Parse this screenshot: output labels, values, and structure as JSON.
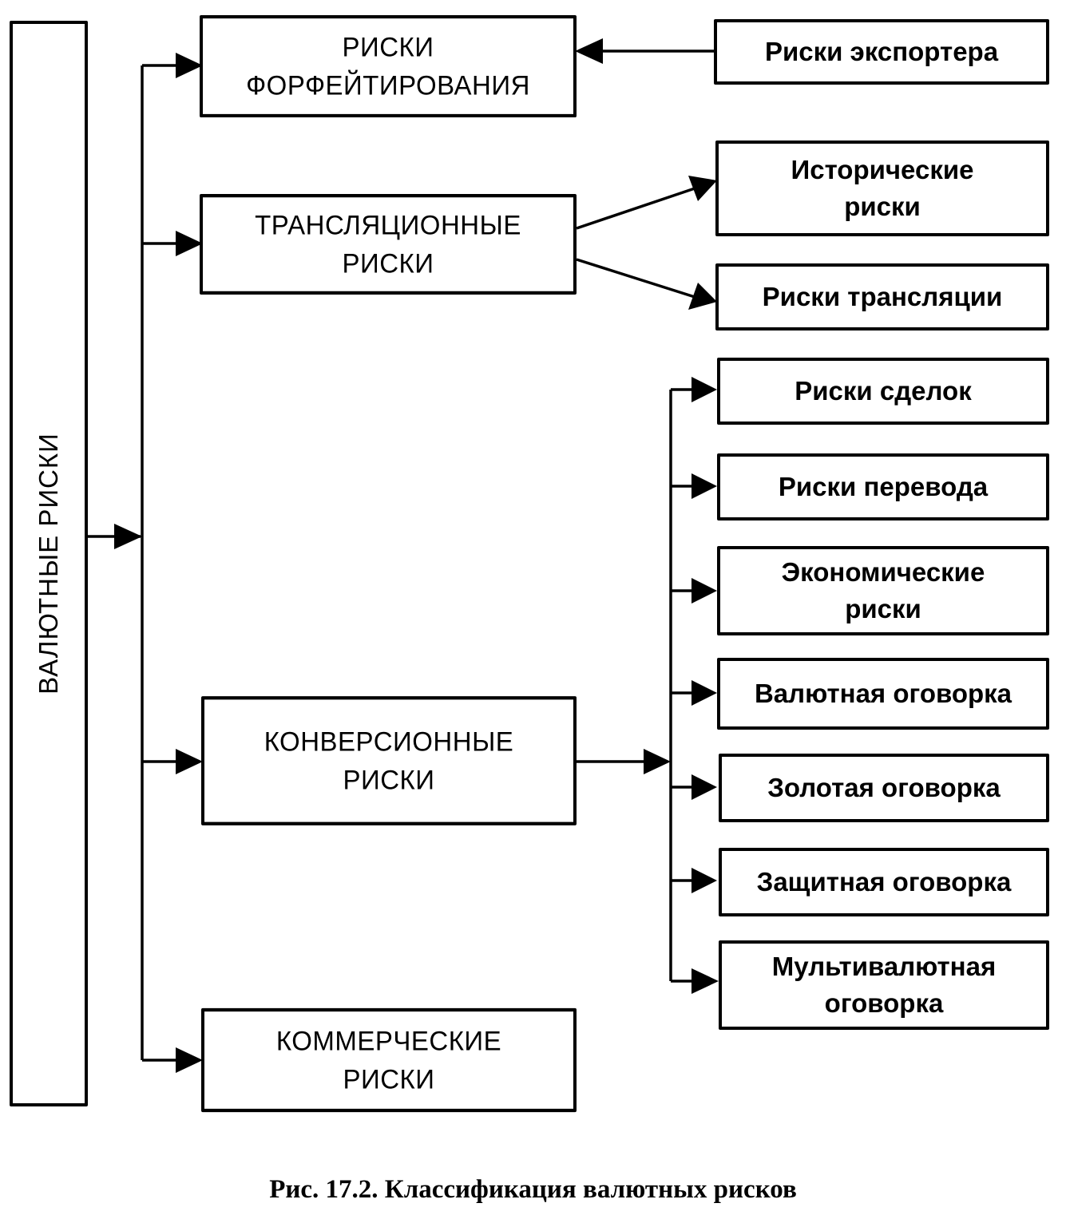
{
  "diagram": {
    "root": {
      "label": "ВАЛЮТНЫЕ РИСКИ"
    },
    "categories": [
      {
        "id": "forfeiting",
        "lines": [
          "РИСКИ",
          "ФОРФЕЙТИРОВАНИЯ"
        ]
      },
      {
        "id": "translation",
        "lines": [
          "ТРАНСЛЯЦИОННЫЕ",
          "РИСКИ"
        ]
      },
      {
        "id": "conversion",
        "lines": [
          "КОНВЕРСИОННЫЕ",
          "РИСКИ"
        ]
      },
      {
        "id": "commercial",
        "lines": [
          "КОММЕРЧЕСКИЕ",
          "РИСКИ"
        ]
      }
    ],
    "forfeiting_sources": [
      {
        "lines": [
          "Риски экспортера"
        ]
      }
    ],
    "translation_children": [
      {
        "lines": [
          "Исторические",
          "риски"
        ]
      },
      {
        "lines": [
          "Риски трансляции"
        ]
      }
    ],
    "conversion_children": [
      {
        "lines": [
          "Риски сделок"
        ]
      },
      {
        "lines": [
          "Риски перевода"
        ]
      },
      {
        "lines": [
          "Экономические",
          "риски"
        ]
      },
      {
        "lines": [
          "Валютная оговорка"
        ]
      },
      {
        "lines": [
          "Золотая оговорка"
        ]
      },
      {
        "lines": [
          "Защитная оговорка"
        ]
      },
      {
        "lines": [
          "Мультивалютная",
          "оговорка"
        ]
      }
    ]
  },
  "caption": "Рис. 17.2. Классификация валютных рисков"
}
